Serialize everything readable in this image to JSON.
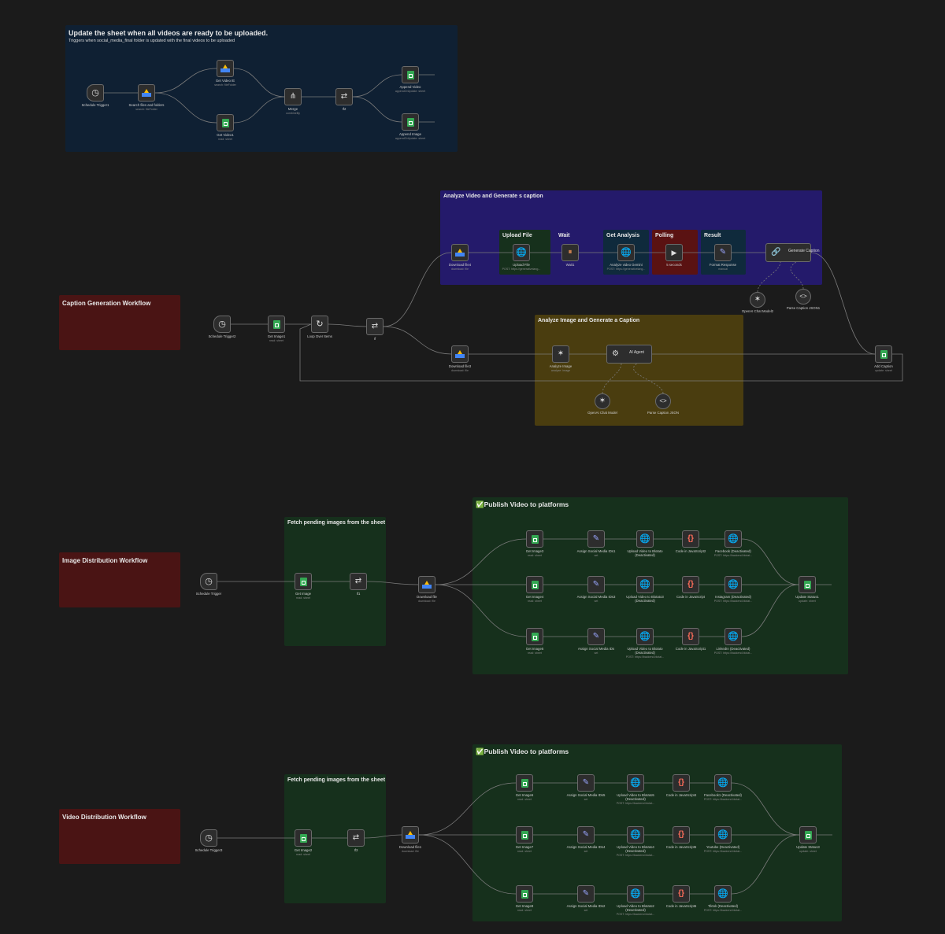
{
  "notes": {
    "update_sheet": {
      "title": "Update the sheet when all videos are ready to be uploaded.",
      "subtitle": "Triggers when social_media_final folder is updated with the final videos to be uploaded"
    },
    "caption_gen": {
      "title": "Caption Generation Workflow"
    },
    "analyze_video": {
      "title": "Analyze Video and Generate s caption"
    },
    "upload_file": {
      "title": "Upload File"
    },
    "wait": {
      "title": "Wait"
    },
    "get_analysis": {
      "title": "Get Analysis"
    },
    "polling": {
      "title": "Polling"
    },
    "result": {
      "title": "Result"
    },
    "analyze_image": {
      "title": "Analyze Image and Generate a Caption"
    },
    "image_dist": {
      "title": "Image Distribution Workflow"
    },
    "fetch_pending_1": {
      "title": "Fetch pending images from the sheet"
    },
    "publish_1": {
      "title": "✅Publish Video to platforms"
    },
    "video_dist": {
      "title": "Video Distribution Workflow"
    },
    "fetch_pending_2": {
      "title": "Fetch pending images from the sheet"
    },
    "publish_2": {
      "title": "✅Publish Video to platforms"
    }
  },
  "nodes": {
    "n1": {
      "label": "Schedule Trigger1",
      "sub": ""
    },
    "n2": {
      "label": "Search files and folders",
      "sub": "search: fileFolder"
    },
    "n3": {
      "label": "Get Video IE",
      "sub": "search: fileFolder"
    },
    "n4": {
      "label": "Get Video1",
      "sub": "read: sheet"
    },
    "n5": {
      "label": "Merge",
      "sub": "combineBy"
    },
    "n6": {
      "label": "If2",
      "sub": ""
    },
    "n7": {
      "label": "Append Video",
      "sub": "appendOrUpdate: sheet"
    },
    "n8": {
      "label": "Append Image",
      "sub": "appendOrUpdate: sheet"
    },
    "c1": {
      "label": "Schedule Trigger2",
      "sub": ""
    },
    "c2": {
      "label": "Get Image1",
      "sub": "read: sheet"
    },
    "c3": {
      "label": "Loop Over Items",
      "sub": ""
    },
    "c4": {
      "label": "If",
      "sub": ""
    },
    "c5": {
      "label": "Download file4",
      "sub": "download: file"
    },
    "c6": {
      "label": "Upload File",
      "sub": "POST: https://generativelang..."
    },
    "c7": {
      "label": "Wait1",
      "sub": ""
    },
    "c8": {
      "label": "Analyze video Gemini",
      "sub": "POST: https://generativelang..."
    },
    "c9": {
      "label": "5 seconds",
      "sub": ""
    },
    "c10": {
      "label": "Format Response",
      "sub": "manual"
    },
    "c11": {
      "label": "Generate Caption",
      "sub": ""
    },
    "c12": {
      "label": "OpenAI Chat Model2",
      "sub": ""
    },
    "c13": {
      "label": "Parse Caption JSON1",
      "sub": ""
    },
    "c14": {
      "label": "Download file3",
      "sub": "download: file"
    },
    "c15": {
      "label": "Analyze Image",
      "sub": "analyze: image"
    },
    "c16": {
      "label": "AI Agent",
      "sub": ""
    },
    "c17": {
      "label": "OpenAI Chat Model",
      "sub": ""
    },
    "c18": {
      "label": "Parse Caption JSON",
      "sub": ""
    },
    "c19": {
      "label": "Add Caption",
      "sub": "update: sheet"
    },
    "i1": {
      "label": "Schedule Trigger",
      "sub": ""
    },
    "i2": {
      "label": "Get Image",
      "sub": "read: sheet"
    },
    "i3": {
      "label": "If1",
      "sub": ""
    },
    "i4": {
      "label": "Download file",
      "sub": "download: file"
    },
    "i5": {
      "label": "Get Image3",
      "sub": "read: sheet"
    },
    "i6": {
      "label": "Assign Social Media IDs1",
      "sub": "set"
    },
    "i7": {
      "label": "Upload Video to Blotato (Deactivated)",
      "sub": ""
    },
    "i8": {
      "label": "Code in JavaScript2",
      "sub": ""
    },
    "i9": {
      "label": "Facebook (Deactivated)",
      "sub": "POST: https://backend.blotat..."
    },
    "i10": {
      "label": "Get Image4",
      "sub": "read: sheet"
    },
    "i11": {
      "label": "Assign Social Media IDs3",
      "sub": "set"
    },
    "i12": {
      "label": "Upload Video to Blotato3 (Deactivated)",
      "sub": ""
    },
    "i13": {
      "label": "Code in JavaScript",
      "sub": ""
    },
    "i14": {
      "label": "Instagram (Deactivated)",
      "sub": "POST: https://backend.blotat..."
    },
    "i15": {
      "label": "Get Image5",
      "sub": "read: sheet"
    },
    "i16": {
      "label": "Assign Social Media IDs",
      "sub": "set"
    },
    "i17": {
      "label": "Upload Video to Blotato (Deactivated)",
      "sub": "POST: https://backend.blotat..."
    },
    "i18": {
      "label": "Code in JavaScript1",
      "sub": ""
    },
    "i19": {
      "label": "LinkedIn (Deactivated)",
      "sub": "POST: https://backend.blotat..."
    },
    "i20": {
      "label": "Update Status1",
      "sub": "update: sheet"
    },
    "v1": {
      "label": "Schedule Trigger3",
      "sub": ""
    },
    "v2": {
      "label": "Get Image2",
      "sub": "read: sheet"
    },
    "v3": {
      "label": "If3",
      "sub": ""
    },
    "v4": {
      "label": "Download file1",
      "sub": "download: file"
    },
    "v5": {
      "label": "Get Image6",
      "sub": "read: sheet"
    },
    "v6": {
      "label": "Assign Social Media IDs5",
      "sub": "set"
    },
    "v7": {
      "label": "Upload Video to Blotato5 (Deactivated)",
      "sub": "POST: https://backend.blotat..."
    },
    "v8": {
      "label": "Code in JavaScript4",
      "sub": ""
    },
    "v9": {
      "label": "Facebook1 (Deactivated)",
      "sub": "POST: https://backend.blotat..."
    },
    "v10": {
      "label": "Get Image7",
      "sub": "read: sheet"
    },
    "v11": {
      "label": "Assign Social Media IDs4",
      "sub": "set"
    },
    "v12": {
      "label": "Upload Video to Blotato4 (Deactivated)",
      "sub": "POST: https://backend.blotat..."
    },
    "v13": {
      "label": "Code in JavaScript5",
      "sub": ""
    },
    "v14": {
      "label": "Youtube (Deactivated)",
      "sub": "POST: https://backend.blotat..."
    },
    "v15": {
      "label": "Get Image8",
      "sub": "read: sheet"
    },
    "v16": {
      "label": "Assign Social Media IDs2",
      "sub": "set"
    },
    "v17": {
      "label": "Upload Video to Blotato2 (Deactivated)",
      "sub": "POST: https://backend.blotat..."
    },
    "v18": {
      "label": "Code in JavaScript6",
      "sub": ""
    },
    "v19": {
      "label": "Tiktok (Deactivated)",
      "sub": "POST: https://backend.blotat..."
    },
    "v20": {
      "label": "Update Status3",
      "sub": "update: sheet"
    }
  },
  "colors": {
    "note_blue": "#0f2033",
    "note_red": "#4a1414",
    "note_purple": "#241a6b",
    "note_yellow": "#4a3d0f",
    "note_green": "#16301c",
    "note_darkred": "#5a1212",
    "note_navy": "#0f2a3c",
    "wire": "#7a7a7a"
  }
}
